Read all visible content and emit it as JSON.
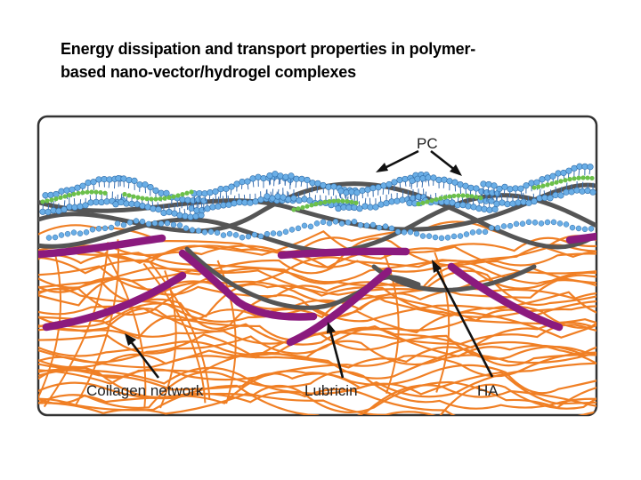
{
  "slide": {
    "title_line1": "Energy dissipation and transport properties in polymer-",
    "title_line2": "based nano-vector/hydrogel complexes"
  },
  "figure": {
    "labels": {
      "pc": "PC",
      "collagen": "Collagen network",
      "lubricin": "Lubricin",
      "ha": "HA"
    },
    "colors": {
      "frame": "#333333",
      "panel_bg": "#ffffff",
      "collagen": "#f07f24",
      "lubricin": "#8b1a7e",
      "ha": "#555555",
      "pc_head_blue": "#6aaee6",
      "pc_head_green": "#6cc04a",
      "arrow": "#111111"
    }
  }
}
